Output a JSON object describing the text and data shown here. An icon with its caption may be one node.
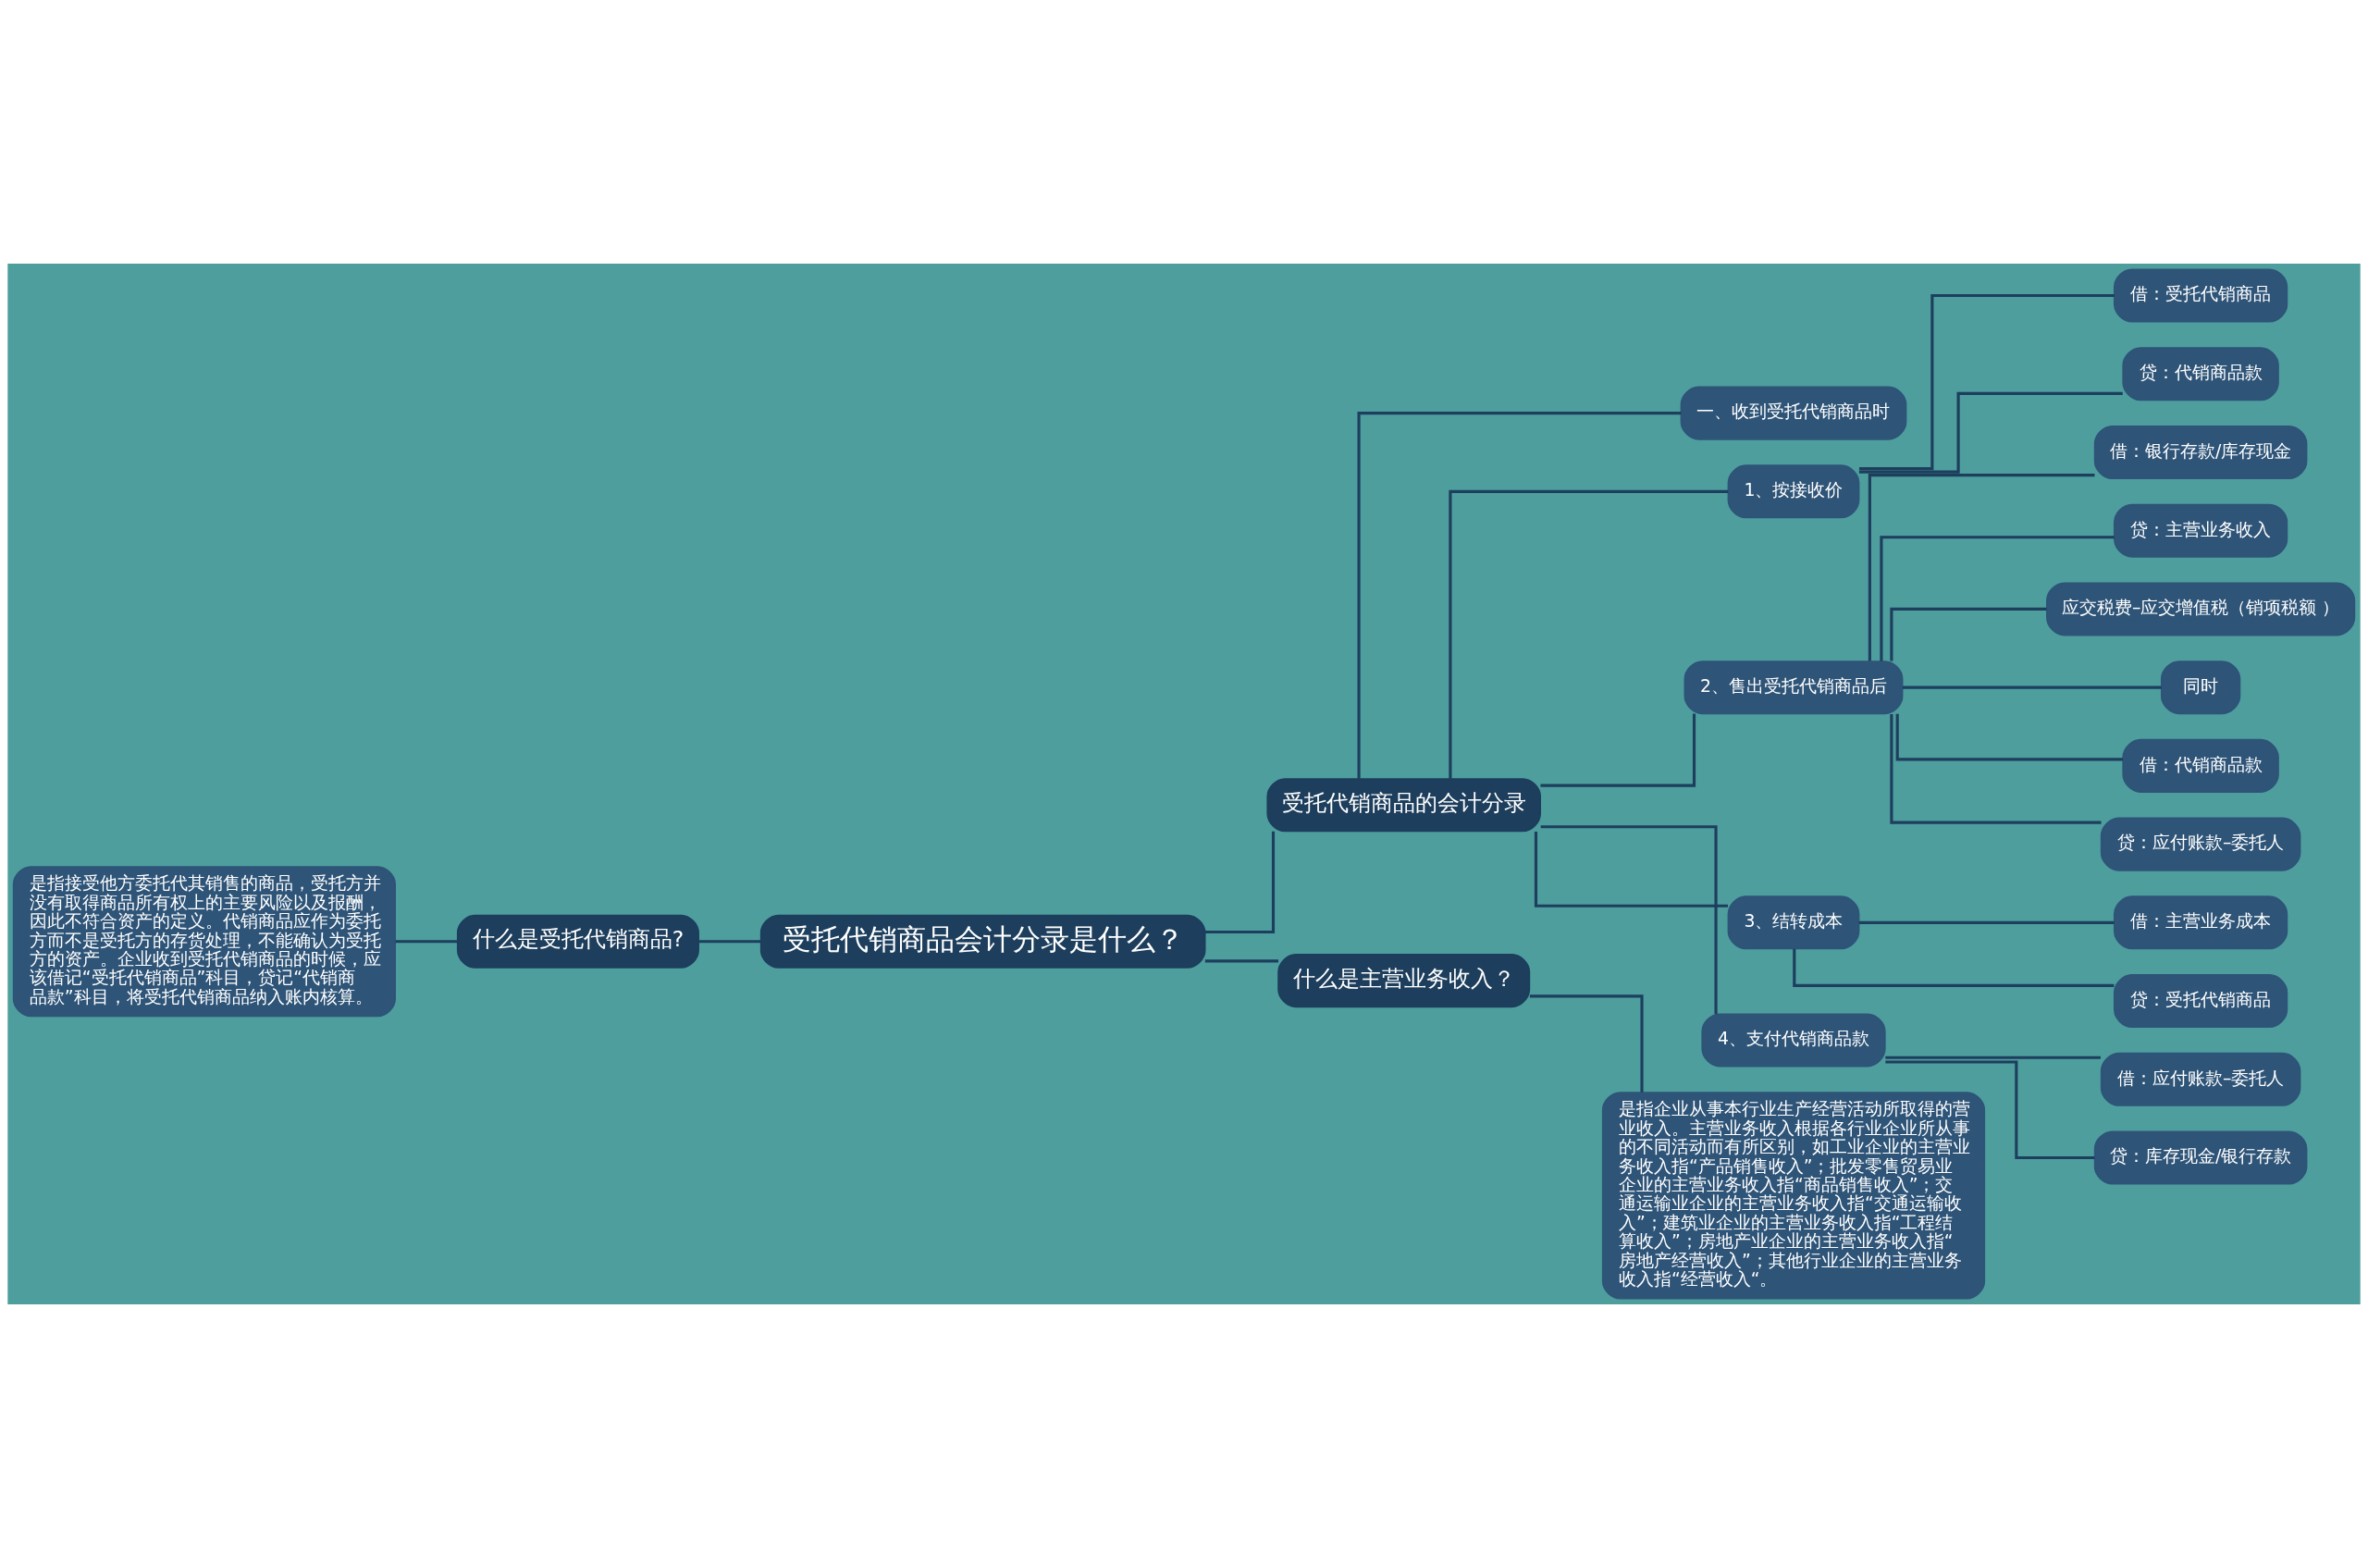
{
  "diagram": {
    "nodes": [
      {
        "text": [
          "受托代销商品会计分录是什么？"
        ]
      },
      {
        "text": [
          "什么是受托代销商品?"
        ]
      },
      {
        "text": [
          "是指接受他方委托代其销售的商品，受托方并没有取得商品所有权上的主要风险以及报酬，因此不符合资产的定义。代销商品应作为委托方而不是受托方的存货处理，不能确认为受托方的资产。企业收到受托代销商品的时候，应该借记“受托代销商品”科目，贷记“代销商品款”科目，将受托代销商品纳入账内核算。"
        ]
      },
      {
        "text": [
          "受托代销商品的会计分录"
        ]
      },
      {
        "text": [
          "一、收到受托代销商品时"
        ]
      },
      {
        "text": [
          "1、按接收价"
        ]
      },
      {
        "text": [
          "借：受托代销商品"
        ]
      },
      {
        "text": [
          "贷：代销商品款"
        ]
      },
      {
        "text": [
          "2、售出受托代销商品后"
        ]
      },
      {
        "text": [
          "借：银行存款/库存现金"
        ]
      },
      {
        "text": [
          "贷：主营业务收入"
        ]
      },
      {
        "text": [
          "应交税费–应交增值税（销项税额 ）"
        ]
      },
      {
        "text": [
          "同时"
        ]
      },
      {
        "text": [
          "借：代销商品款"
        ]
      },
      {
        "text": [
          "贷：应付账款–委托人"
        ]
      },
      {
        "text": [
          "3、结转成本"
        ]
      },
      {
        "text": [
          "借：主营业务成本"
        ]
      },
      {
        "text": [
          "贷：受托代销商品"
        ]
      },
      {
        "text": [
          "4、支付代销商品款"
        ]
      },
      {
        "text": [
          "借：应付账款–委托人"
        ]
      },
      {
        "text": [
          "贷：库存现金/银行存款"
        ]
      },
      {
        "text": [
          "什么是主营业务收入？"
        ]
      },
      {
        "text": [
          "是指企业从事本行业生产经营活动所取得的营业收入。主营业务收入根据各行业企业所从事的不同活动而有所区别，如工业企业的主营业务收入指“产品销售收入”；批发零售贸易业企业的主营业务收入指“商品销售收入”；交通运输业企业的主营业务收入指“交通运输收入”；建筑业企业的主营业务收入指“工程结算收入”；房地产业企业的主营业务收入指“房地产经营收入”；其他行业企业的主营业务收入指“经营收入“。"
        ]
      }
    ],
    "edges": [
      {
        "from": 0,
        "to": 1,
        "arrow": "none"
      },
      {
        "from": 1,
        "to": 2,
        "arrow": "none"
      },
      {
        "from": 0,
        "to": 3,
        "arrow": "none"
      },
      {
        "from": 3,
        "to": 4,
        "arrow": "none"
      },
      {
        "from": 3,
        "to": 5,
        "arrow": "none"
      },
      {
        "from": 5,
        "to": 6,
        "arrow": "none"
      },
      {
        "from": 5,
        "to": 7,
        "arrow": "none"
      },
      {
        "from": 3,
        "to": 8,
        "arrow": "none"
      },
      {
        "from": 8,
        "to": 9,
        "arrow": "none"
      },
      {
        "from": 8,
        "to": 10,
        "arrow": "none"
      },
      {
        "from": 8,
        "to": 11,
        "arrow": "none"
      },
      {
        "from": 8,
        "to": 12,
        "arrow": "none"
      },
      {
        "from": 8,
        "to": 13,
        "arrow": "none"
      },
      {
        "from": 8,
        "to": 14,
        "arrow": "none"
      },
      {
        "from": 3,
        "to": 15,
        "arrow": "none"
      },
      {
        "from": 15,
        "to": 16,
        "arrow": "none"
      },
      {
        "from": 15,
        "to": 17,
        "arrow": "none"
      },
      {
        "from": 3,
        "to": 18,
        "arrow": "none"
      },
      {
        "from": 18,
        "to": 19,
        "arrow": "none"
      },
      {
        "from": 18,
        "to": 20,
        "arrow": "none"
      },
      {
        "from": 0,
        "to": 21,
        "arrow": "none"
      },
      {
        "from": 21,
        "to": 22,
        "arrow": "none"
      }
    ]
  }
}
